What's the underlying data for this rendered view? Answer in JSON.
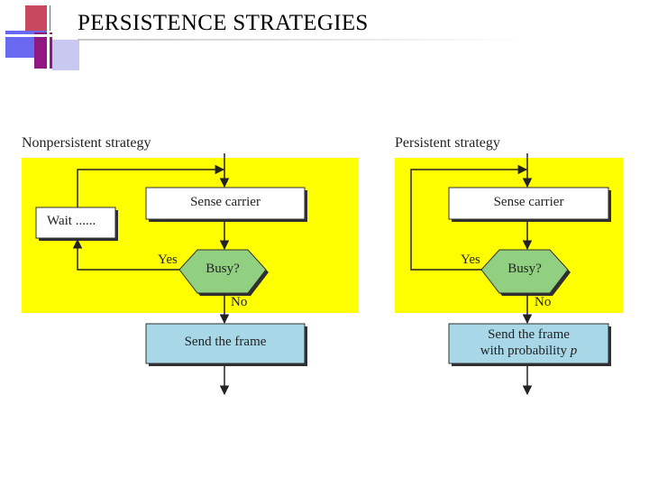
{
  "slide": {
    "title": "PERSISTENCE STRATEGIES"
  },
  "nonpersistent": {
    "heading": "Nonpersistent strategy",
    "sense_label": "Sense carrier",
    "wait_label": "Wait ......",
    "busy_label": "Busy?",
    "yes_label": "Yes",
    "no_label": "No",
    "send_label": "Send the frame"
  },
  "persistent": {
    "heading": "Persistent strategy",
    "sense_label": "Sense carrier",
    "busy_label": "Busy?",
    "yes_label": "Yes",
    "no_label": "No",
    "send_label_line1": "Send the frame",
    "send_label_line2": "with probability",
    "send_label_var": "p"
  },
  "colors": {
    "panel_bg": "#ffff00",
    "decision_fill": "#90d080",
    "send_fill": "#a8d8e8",
    "box_fill": "#ffffff",
    "shadow": "#303030"
  }
}
